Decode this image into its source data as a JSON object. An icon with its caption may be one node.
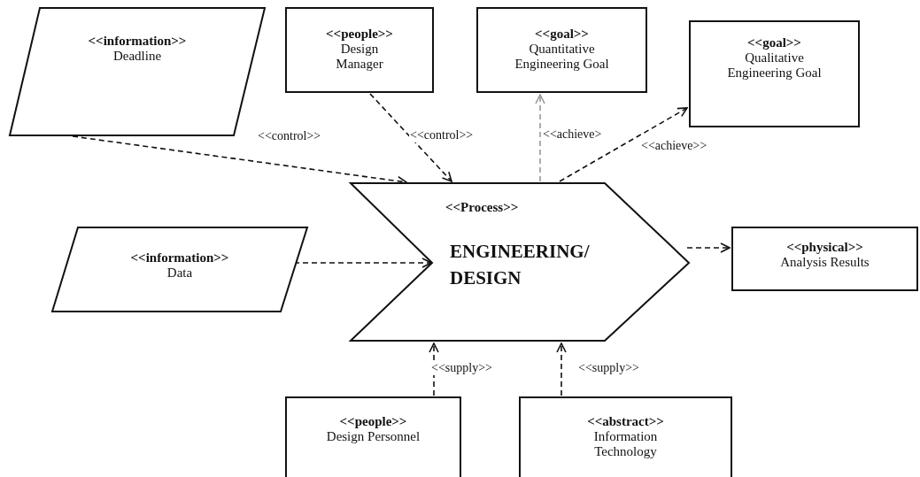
{
  "diagram": {
    "nodes": [
      {
        "text": [
          "<<information>>",
          "Deadline"
        ]
      },
      {
        "text": [
          "<<people>>",
          "Design Manager"
        ]
      },
      {
        "text": [
          "<<goal>>",
          "Quantitative Engineering Goal"
        ]
      },
      {
        "text": [
          "<<goal>>",
          "Qualitative Engineering Goal"
        ]
      },
      {
        "text": [
          "<<information>>",
          "Data"
        ]
      },
      {
        "text": [
          "<<Process>>",
          "ENGINEERING/ DESIGN"
        ]
      },
      {
        "text": [
          "<<physical>>",
          "Analysis Results"
        ]
      },
      {
        "text": [
          "<<people>>",
          "Design Personnel"
        ]
      },
      {
        "text": [
          "<<abstract>>",
          "Information Technology"
        ]
      }
    ],
    "edges": [
      {
        "from": 0,
        "to": 5,
        "arrow": "to",
        "label": "<<control>>",
        "style": "dashed"
      },
      {
        "from": 1,
        "to": 5,
        "arrow": "to",
        "label": "<<control>>",
        "style": "dashed"
      },
      {
        "from": 5,
        "to": 2,
        "arrow": "to",
        "label": "<<achieve>",
        "style": "dashed",
        "color": "#999999"
      },
      {
        "from": 5,
        "to": 3,
        "arrow": "to",
        "label": "<<achieve>>",
        "style": "dashed"
      },
      {
        "from": 4,
        "to": 5,
        "arrow": "to",
        "style": "dashed"
      },
      {
        "from": 5,
        "to": 6,
        "arrow": "to",
        "style": "dashed"
      },
      {
        "from": 7,
        "to": 5,
        "arrow": "to",
        "label": "<<supply>>",
        "style": "dashed"
      },
      {
        "from": 8,
        "to": 5,
        "arrow": "to",
        "label": "<<supply>>",
        "style": "dashed"
      }
    ]
  }
}
